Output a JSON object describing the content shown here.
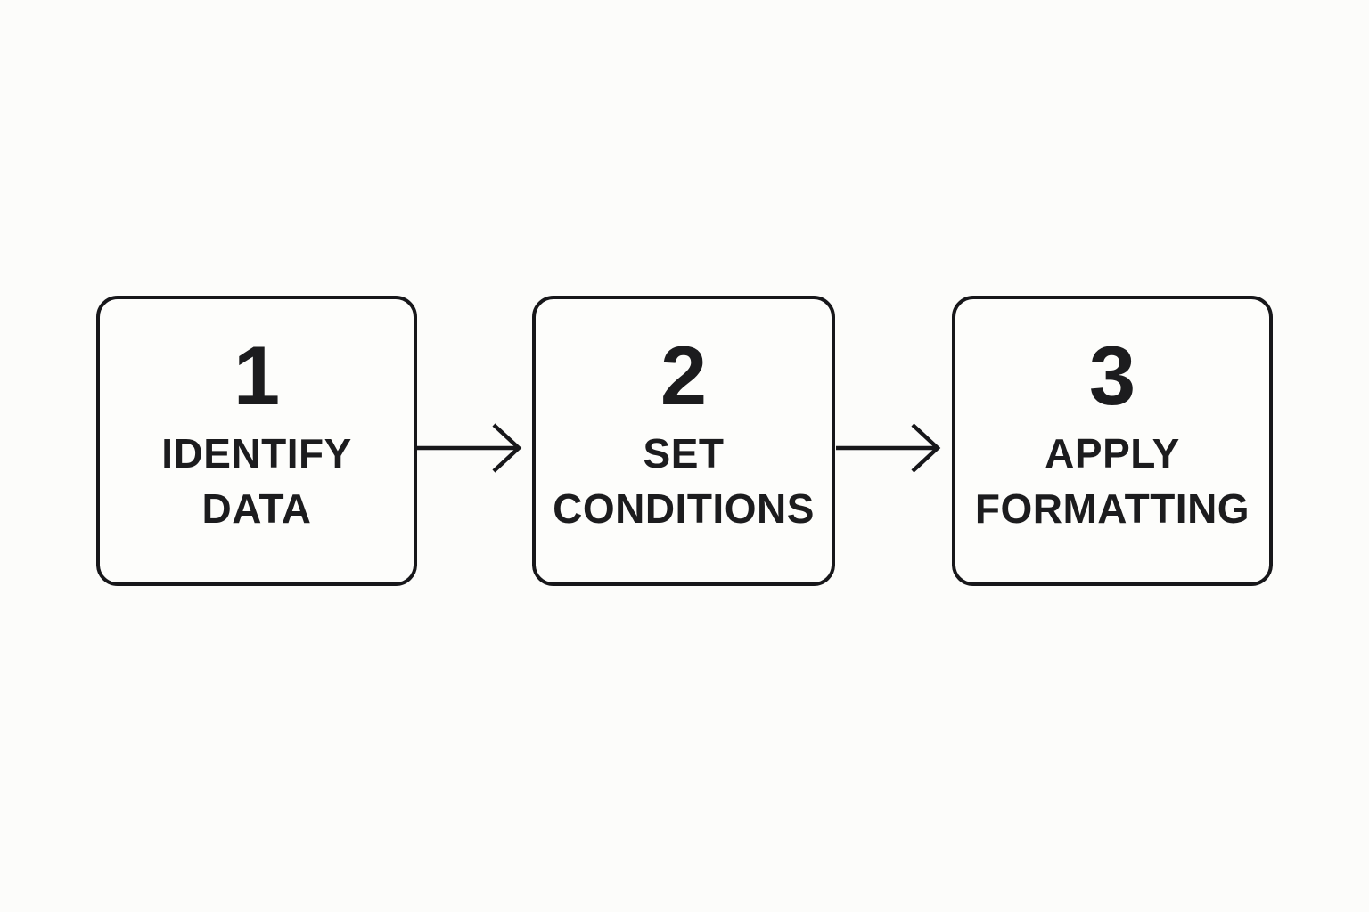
{
  "diagram": {
    "title": "conditional-formatting-process-flow",
    "background_color": "#FCFCFA",
    "stroke_color": "#17171A",
    "text_color": "#1C1C1E"
  },
  "steps": [
    {
      "number": "1",
      "lines": [
        "IDENTIFY",
        "DATA"
      ]
    },
    {
      "number": "2",
      "lines": [
        "SET",
        "CONDITIONS"
      ]
    },
    {
      "number": "3",
      "lines": [
        "APPLY",
        "FORMATTING"
      ]
    }
  ],
  "arrows": [
    {
      "from": "step-1",
      "to": "step-2",
      "direction": "right"
    },
    {
      "from": "step-2",
      "to": "step-3",
      "direction": "right"
    }
  ]
}
